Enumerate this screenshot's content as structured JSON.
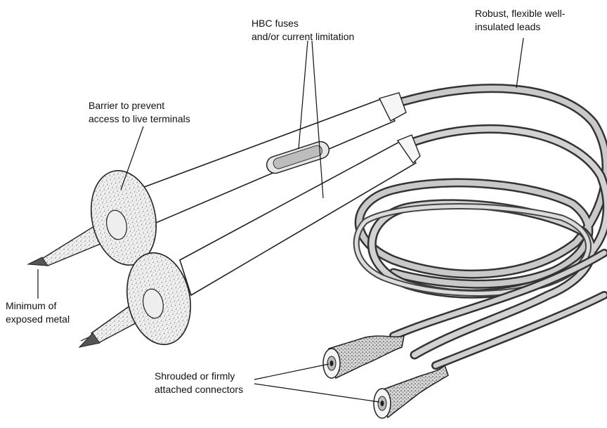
{
  "labels": {
    "hbc_fuses": {
      "line1": "HBC fuses",
      "line2": "and/or current limitation"
    },
    "robust_leads": {
      "line1": "Robust, flexible well-",
      "line2": "insulated leads"
    },
    "barrier": {
      "line1": "Barrier to prevent",
      "line2": "access to live terminals"
    },
    "minimum_metal": {
      "line1": "Minimum of",
      "line2": "exposed metal"
    },
    "connectors": {
      "line1": "Shrouded or firmly",
      "line2": "attached connectors"
    }
  }
}
